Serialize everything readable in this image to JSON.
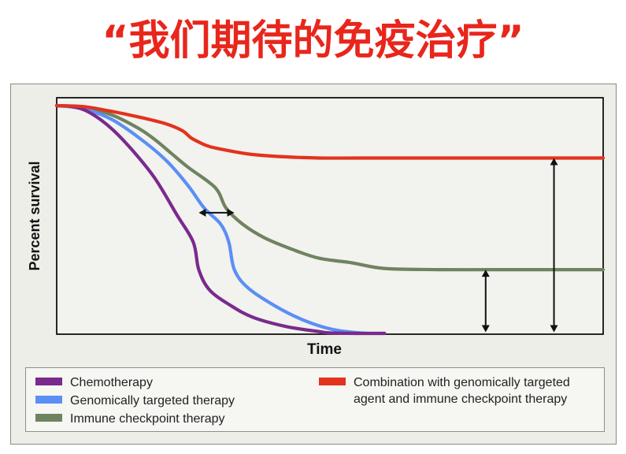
{
  "title": "“我们期待的免疫治疗”",
  "chart_data": {
    "type": "line",
    "title": "",
    "xlabel": "Time",
    "ylabel": "Percent survival",
    "xlim": [
      0,
      100
    ],
    "ylim": [
      0,
      100
    ],
    "grid": false,
    "legend_placement": "bottom",
    "series": [
      {
        "name": "Chemotherapy",
        "color": "#7a2a8c",
        "x": [
          0,
          3,
          6,
          10,
          14,
          18,
          22,
          25,
          26,
          28,
          32,
          36,
          42,
          48,
          50,
          55,
          60
        ],
        "y": [
          100,
          99.5,
          97,
          90,
          80,
          68,
          52,
          40,
          28,
          19,
          12,
          7,
          3,
          0.8,
          0.2,
          0,
          0
        ]
      },
      {
        "name": "Genomically targeted therapy",
        "color": "#5b8ff5",
        "x": [
          0,
          5,
          10,
          15,
          20,
          24,
          27,
          30,
          31.5,
          32.5,
          35,
          40,
          45,
          50,
          55,
          60
        ],
        "y": [
          100,
          98.5,
          94,
          86,
          76,
          65,
          55,
          48,
          40,
          28,
          20,
          12,
          6,
          2,
          0.3,
          0
        ]
      },
      {
        "name": "Immune checkpoint therapy",
        "color": "#6f8360",
        "x": [
          0,
          5,
          10,
          15,
          18,
          21,
          24,
          29,
          31,
          34,
          38,
          43,
          48,
          54,
          60,
          70,
          80,
          90,
          100
        ],
        "y": [
          100,
          99,
          96,
          90,
          85,
          79,
          73,
          64,
          55,
          48,
          42,
          37,
          33,
          31,
          28.5,
          28,
          28,
          28,
          28
        ]
      },
      {
        "name": "Combination with genomically targeted agent and immune checkpoint therapy",
        "color": "#e2331d",
        "x": [
          0,
          5,
          10,
          15,
          20,
          23,
          24.5,
          26,
          28,
          32,
          36,
          42,
          48,
          55,
          60,
          70,
          80,
          90,
          100
        ],
        "y": [
          100,
          99.5,
          97.5,
          95,
          92,
          89,
          86,
          84,
          82,
          80,
          78.5,
          77.5,
          77,
          77,
          77,
          77,
          77,
          77,
          77
        ]
      }
    ],
    "annotations": [
      {
        "type": "double-arrow",
        "orientation": "horizontal",
        "x": [
          26,
          32.5
        ],
        "y": 53
      },
      {
        "type": "double-arrow",
        "orientation": "vertical",
        "x": 78.5,
        "y": [
          0.5,
          28
        ]
      },
      {
        "type": "double-arrow",
        "orientation": "vertical",
        "x": 91,
        "y": [
          0.5,
          77
        ]
      }
    ]
  }
}
